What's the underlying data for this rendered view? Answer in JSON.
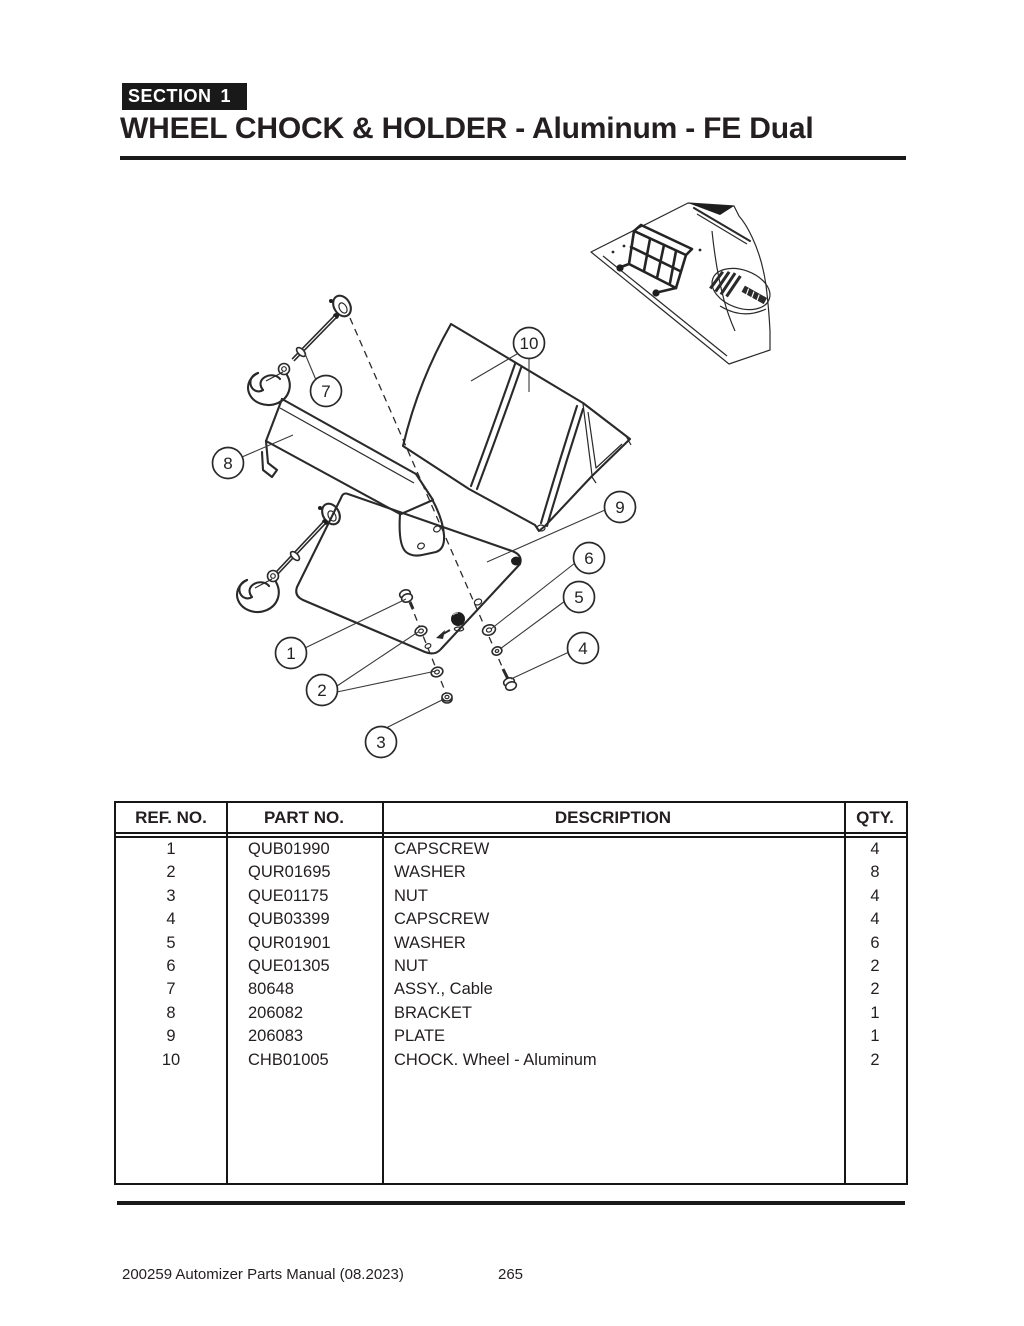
{
  "header": {
    "section_label": "SECTION",
    "section_number": "1",
    "title": "WHEEL CHOCK & HOLDER - Aluminum - FE Dual"
  },
  "diagram": {
    "description": "Exploded parts view of aluminum wheel chock and holder with truck fender reference sketch",
    "callout_labels": [
      "1",
      "2",
      "3",
      "4",
      "5",
      "6",
      "7",
      "8",
      "9",
      "10"
    ]
  },
  "table": {
    "columns": [
      "REF. NO.",
      "PART NO.",
      "DESCRIPTION",
      "QTY."
    ],
    "rows": [
      [
        "1",
        "QUB01990",
        "CAPSCREW",
        "4"
      ],
      [
        "2",
        "QUR01695",
        "WASHER",
        "8"
      ],
      [
        "3",
        "QUE01175",
        "NUT",
        "4"
      ],
      [
        "4",
        "QUB03399",
        "CAPSCREW",
        "4"
      ],
      [
        "5",
        "QUR01901",
        "WASHER",
        "6"
      ],
      [
        "6",
        "QUE01305",
        "NUT",
        "2"
      ],
      [
        "7",
        "80648",
        "ASSY., Cable",
        "2"
      ],
      [
        "8",
        "206082",
        "BRACKET",
        "1"
      ],
      [
        "9",
        "206083",
        "PLATE",
        "1"
      ],
      [
        "10",
        "CHB01005",
        "CHOCK. Wheel - Aluminum",
        "2"
      ]
    ]
  },
  "footer": {
    "left": "200259 Automizer Parts Manual (08.2023)",
    "page": "265"
  },
  "colors": {
    "ink": "#231f20"
  }
}
